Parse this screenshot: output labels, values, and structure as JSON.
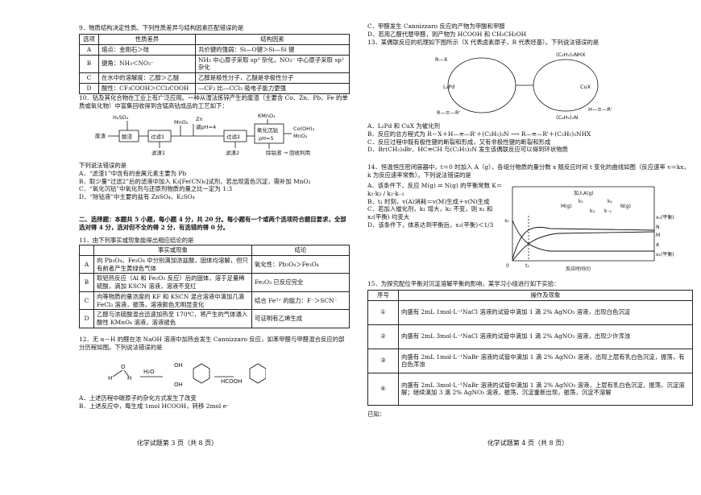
{
  "left": {
    "q9": {
      "stem": "9．物质结构决定性质。下列性质差异与结构因素匹配错误的是",
      "headers": [
        "选项",
        "性质差异",
        "结构因素"
      ],
      "rows": [
        [
          "A",
          "熔点：金刚石＞硅",
          "共价键的强弱：Si—O键＞Si—Si 键"
        ],
        [
          "B",
          "键角：NH₃＜NO₃⁻",
          "NH₃ 中心原子采取 sp³ 杂化，NO₃⁻ 中心原子采取 sp² 杂化"
        ],
        [
          "C",
          "在水中的溶解度：乙醇＞乙醚",
          "乙醇是极性分子，乙醚是非极性分子"
        ],
        [
          "D",
          "酸性：CF₃COOH＞CCl₃COOH",
          "—CF₃ 比—CCl₃ 吸电子能力更强"
        ]
      ]
    },
    "q10": {
      "stem": "10．钴及其化合物在工业上有广泛应用。一种从湿法炼锌产生的废渣（主要含 Co、Zn、Pb、Fe 的单质或氧化物）中富集回收得到含锰高钴成品的工艺如下：",
      "flow": {
        "h2so4": "H₂SO₄",
        "feed": "废渣",
        "acid": "酸浸",
        "filter1": "过滤1",
        "residue1": "滤渣1",
        "mno2": "MnO₂",
        "zn": "Zn",
        "ph": "调pH=4",
        "filter2": "过滤2",
        "residue2": "滤渣2",
        "kmno4": "KMnO₄",
        "oxid1": "氧化沉钴",
        "oxid2": "pH=5",
        "product": "Co(OH)₃",
        "mno2out": "MnO₂",
        "recycle": "除钴液 → 回收利用"
      },
      "intro": "下列说法错误的是",
      "options": [
        "A．“滤渣1”中含有的金属元素主要为 Pb",
        "B．取少量“过滤2”后的滤液中加入 K₃[Fe(CN)₆]试剂，若出现蓝色沉淀，需补加 MnO₂",
        "C．“氧化沉钴”中氧化剂与还原剂物质的量之比一定为 1:3",
        "D．“除钴液”中主要的盐有 ZnSO₄、K₂SO₄"
      ]
    },
    "section2": "二、选择题：本题共 5 小题，每小题 4 分，共 20 分。每小题有一个或两个选项符合题目要求，全部选对得 4 分，选对但不全的得 2 分，有选错的得 0 分。",
    "q11": {
      "stem": "11．由下列事实或现象能得出相应结论的是",
      "headers": [
        "",
        "事实或现象",
        "结论"
      ],
      "rows": [
        [
          "A",
          "向 Pb₃O₄、Fe₃O₄ 中分别滴加浓盐酸，固体均溶解，但只有前者产生黄绿色气体",
          "氧化性：Pb₃O₄＞Fe₃O₄"
        ],
        [
          "B",
          "取铝热反应（Al 和 Fe₂O₃ 反应）后的固体，溶于足量稀硫酸，滴加 KSCN 溶液，溶液不变红",
          "Fe₂O₃ 已反应完全"
        ],
        [
          "C",
          "向等物质的量浓度的 KF 和 KSCN 混合溶液中滴加几滴 FeCl₃ 溶液，振荡，溶液颜色无明显变化",
          "结合 Fe³⁺ 的能力：F⁻＞SCN⁻"
        ],
        [
          "D",
          "乙醇与浓硫酸混合迅速加热至 170℃，将产生的气体通入酸性 KMnO₄ 溶液，溶液褪色",
          "可证明有乙烯生成"
        ]
      ]
    },
    "q12": {
      "stem": "12．无 α－H 的醛在浓 NaOH 溶液中加热会发生 Cannizzaro 反应，如苯甲醛与甲醛混合反应的部分历程如图。下列说法错误的是",
      "h2o": "H₂O",
      "hcooh": "HCOOH",
      "options": [
        "A．上述历程中碳原子的杂化方式发生了改变",
        "B．上述反应中，每生成 1mol HCOOH，转移 2mol e⁻"
      ]
    },
    "footer": "化学试题第 3 页（共 8 页）"
  },
  "right": {
    "q12cont": [
      "C．甲醛发生 Cannizzaro 反应的产物为甲酸和甲醇",
      "D．若用乙醛代替甲醛，则产物为 HCOOH 和 CH₃CH₂OH"
    ],
    "q13": {
      "stem": "13．某偶联反应的机理如下图所示（X 代表卤素原子，R 代表烃基）。下列说法错误的是",
      "labels": {
        "l2pd": "L₂Pd",
        "cux": "CuX",
        "c2h5nh": "(C₂H₅)₃NHX",
        "c2h5n": "(C₂H₅)₃N",
        "rx": "R—X",
        "rr": "R—≡—R'",
        "alk": "H—≡—R'"
      },
      "options": [
        "A．L₂Pd 和 CuX 为催化剂",
        "B．反应的总方程式为 R－X＋H—≡—R'＋(C₂H₅)₃N ⟶ R—≡—R'＋(C₂H₅)₃NHX",
        "C．反应过程中既有极性键的断裂和形成，又有非极性键的断裂和形成",
        "D．Br(CH₂)₄Br、HC≡CH 与(C₂H₅)₃N 发生该偶联反应可以得到环状物质"
      ]
    },
    "q14": {
      "stem": "14．恒温恒压密闭容器中，t＝0 时加入 A（g），各组分物质的量分数 x 随反应时间 t 变化的曲线如图（反应速率 v＝kx，k 为反应速率常数）。下列说法错误的是",
      "options": [
        "A．该条件下，反应 M(g) ⇌ N(g) 的平衡常数 K＝k₁·k₃ / k₂·k₋₁",
        "B．t₁ 时刻，v(A)消耗＝v(M)生成＋v(N)生成",
        "C．若加入催化剂，k₁ 增大，k₂ 不变，则 x₁ 和 x₂(平衡) 均变大",
        "D．该条件下，体系达到平衡后，x₁(平衡)＜1/3"
      ],
      "chart": {
        "top_label": "加入A(g)",
        "left_label": "M(g)",
        "right_label": "N(g)",
        "k1": "k₁",
        "k2": "k₂",
        "k3": "k₃",
        "k4": "k₋₁",
        "x1": "x₁",
        "x_axis": "反应时间(t)",
        "t1": "t₁",
        "zero": "0",
        "s1": "xₙ(平衡)",
        "s2": "N",
        "s3": "M",
        "s4": "A",
        "s5": "x₁(平衡)"
      }
    },
    "q15": {
      "stem": "15．为探究配位平衡对沉淀溶解平衡的影响，某学习小组进行如下实验：",
      "headers": [
        "序号",
        "操作及现象"
      ],
      "rows": [
        [
          "①",
          "向盛有 2mL 1mol·L⁻¹NaCl 溶液的试管中滴加 1 滴 2% AgNO₃ 溶液，出现白色沉淀"
        ],
        [
          "②",
          "向盛有 2mL 3mol·L⁻¹NaCl 溶液的试管中滴加 1 滴 2% AgNO₃ 溶液，出现少许浑浊"
        ],
        [
          "③",
          "向盛有 2mL 1mol·L⁻¹NaBr 溶液的试管中滴加 1 滴 2% AgNO₃ 溶液，出现上层有乳白色沉淀，振荡，有白色浑浊"
        ],
        [
          "④",
          "向盛有 2mL 3mol·L⁻¹NaBr 溶液的试管中滴加 1 滴 2% AgNO₃ 溶液，上层有乳白色沉淀，振荡，沉淀溶解；继续滴加 3 滴 2% AgNO₃ 溶液，振荡，沉淀重新出现，振荡，沉淀不溶解"
        ]
      ]
    },
    "known": "已知：",
    "footer": "化学试题第 4 页（共 8 页）"
  }
}
